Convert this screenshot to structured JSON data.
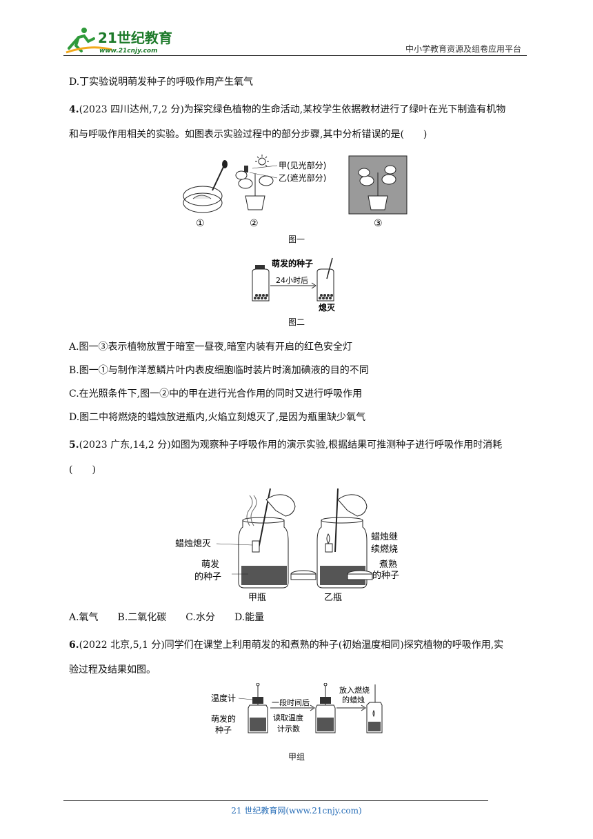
{
  "header": {
    "logo_text": "21世纪教育",
    "logo_url": "www.21cnjy.com",
    "platform": "中小学教育资源及组卷应用平台"
  },
  "items": {
    "d_prev": "D.丁实验说明萌发种子的呼吸作用产生氧气",
    "q4_num": "4.",
    "q4_line1": "(2023 四川达州,7,2 分)为探究绿色植物的生命活动,某校学生依据教材进行了绿叶在光下制造有机物",
    "q4_line2": "和与呼吸作用相关的实验。如图表示实验过程中的部分步骤,其中分析错误的是(　　)",
    "q4_fig1": {
      "label1": "①",
      "label2": "②",
      "label3": "③",
      "jia": "甲(见光部分)",
      "yi": "乙(遮光部分)",
      "caption": "图一"
    },
    "q4_fig2": {
      "seeds": "萌发的种子",
      "time": "24小时后",
      "out": "熄灭",
      "caption": "图二"
    },
    "q4_a": "A.图一③表示植物放置于暗室一昼夜,暗室内装有开启的红色安全灯",
    "q4_b": "B.图一①与制作洋葱鳞片叶内表皮细胞临时装片时滴加碘液的目的不同",
    "q4_c": "C.在光照条件下,图一②中的甲在进行光合作用的同时又进行呼吸作用",
    "q4_d": "D.图二中将燃烧的蜡烛放进瓶内,火焰立刻熄灭了,是因为瓶里缺少氧气",
    "q5_num": "5.",
    "q5_line1": "(2023 广东,14,2 分)如图为观察种子呼吸作用的演示实验,根据结果可推测种子进行呼吸作用时消耗",
    "q5_line2": "(　　)",
    "q5_fig": {
      "out": "蜡烛熄灭",
      "seed1": "萌发",
      "seed2": "的种子",
      "burn1": "蜡烛继",
      "burn2": "续燃烧",
      "boiled1": "煮熟",
      "boiled2": "的种子",
      "jar1": "甲瓶",
      "jar2": "乙瓶"
    },
    "q5_options": "A.氧气　　B.二氧化碳　　C.水分　　D.能量",
    "q6_num": "6.",
    "q6_line1": "(2022 北京,5,1 分)同学们在课堂上利用萌发的和煮熟的种子(初始温度相同)探究植物的呼吸作用,实",
    "q6_line2": "验过程及结果如图。",
    "q6_fig": {
      "thermo": "温度计",
      "seed1": "萌发的",
      "seed2": "种子",
      "after": "一段时间后",
      "read1": "读取温度",
      "read2": "计示数",
      "put1": "放入燃烧",
      "put2": "的蜡烛",
      "caption": "甲组"
    }
  },
  "footer": {
    "text": "21 世纪教育网(www.21cnjy.com)"
  }
}
